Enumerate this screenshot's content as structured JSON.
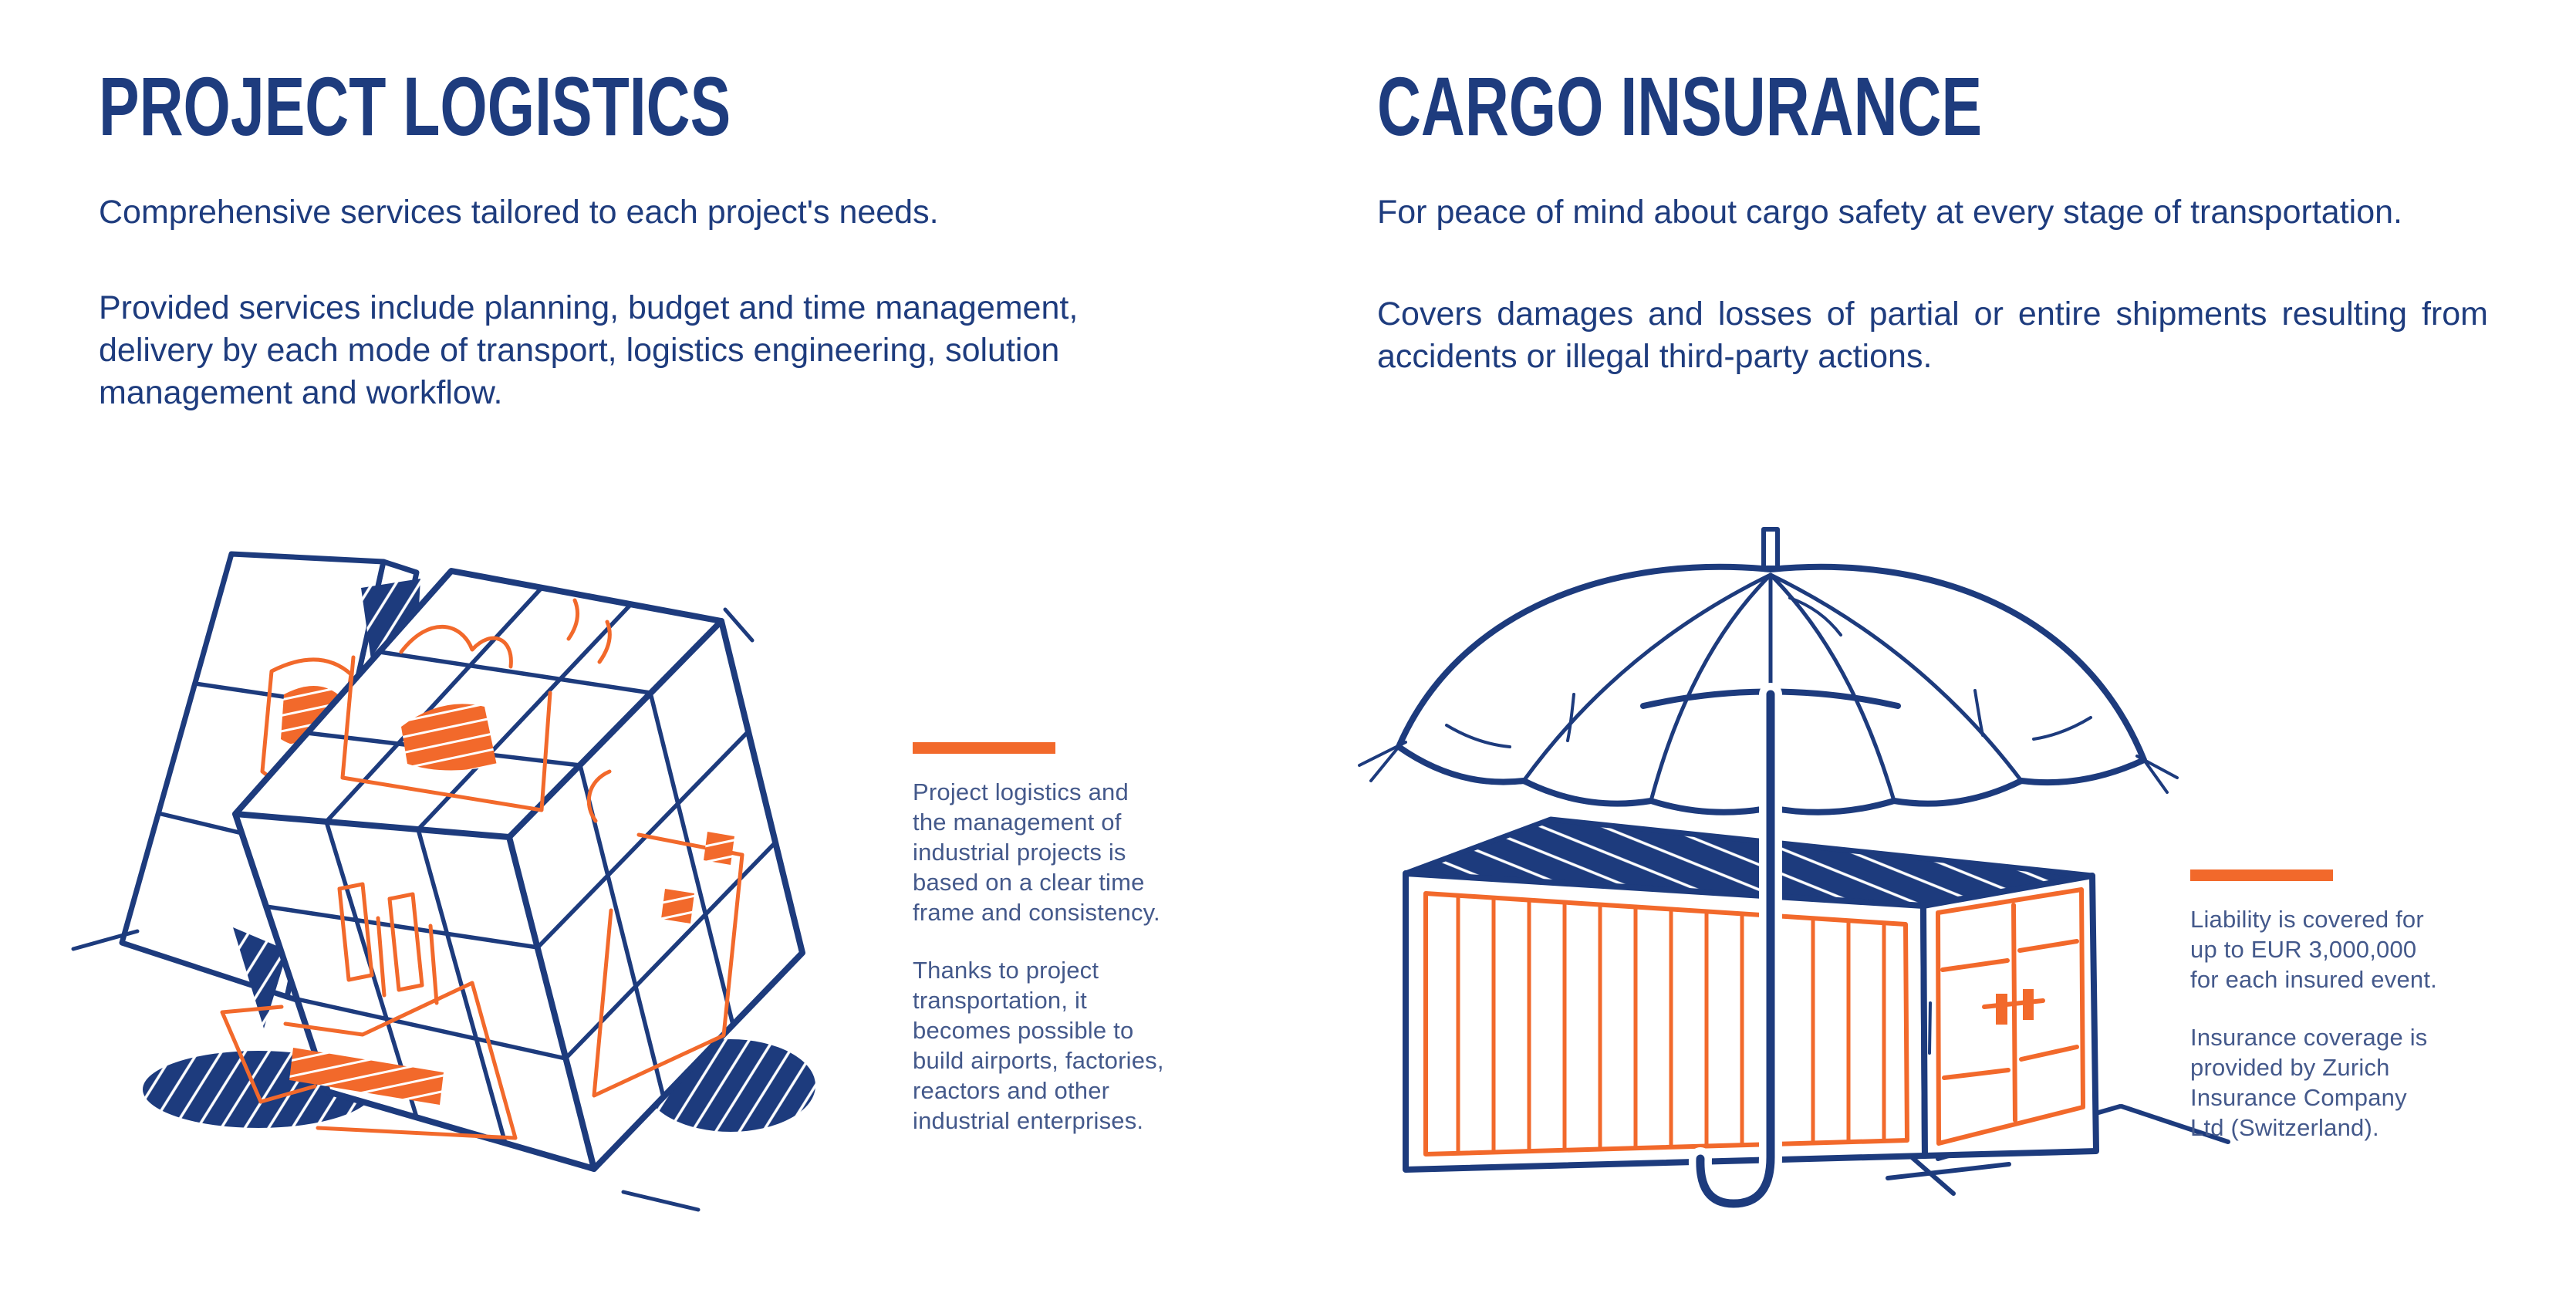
{
  "page": {
    "colors": {
      "navy_text": "#1e3c7e",
      "navy_line": "#1d3b7d",
      "aside_text": "#44598b",
      "accent_orange": "#f2692b",
      "background": "#ffffff"
    }
  },
  "left_section": {
    "title": "PROJECT LOGISTICS",
    "paragraph1": "Comprehensive services tailored to each project's needs.",
    "paragraph2": "Provided services include planning, budget and time management, delivery by each mode of transport, logistics engineering, solution management and workflow.",
    "aside": {
      "paragraph1": "Project logistics and the management of industrial projects is based on a clear time frame and consistency.",
      "paragraph2": "Thanks to project transportation, it becomes possible to build airports, factories, reactors and other industrial enterprises."
    },
    "illustration": "boxes-cube"
  },
  "right_section": {
    "title": "CARGO INSURANCE",
    "paragraph1": "For peace of mind about cargo safety at every stage of transportation.",
    "paragraph2": "Covers damages and losses of partial or entire shipments resulting from accidents or illegal third-party actions.",
    "aside": {
      "paragraph1": "Liability is covered for up to EUR 3,000,000 for each insured event.",
      "paragraph2": "Insurance coverage is provided by Zurich Insurance Company Ltd (Switzerland)."
    },
    "illustration": "umbrella-over-container"
  }
}
